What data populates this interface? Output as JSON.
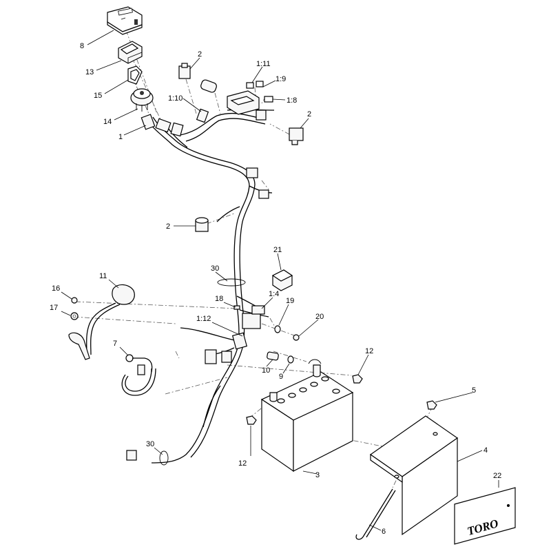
{
  "callouts": [
    {
      "id": "8",
      "label": "8"
    },
    {
      "id": "13",
      "label": "13"
    },
    {
      "id": "15",
      "label": "15"
    },
    {
      "id": "14",
      "label": "14"
    },
    {
      "id": "1",
      "label": "1"
    },
    {
      "id": "2a",
      "label": "2"
    },
    {
      "id": "1-10",
      "label": "1:10"
    },
    {
      "id": "1-11",
      "label": "1:11"
    },
    {
      "id": "1-9",
      "label": "1:9"
    },
    {
      "id": "1-8",
      "label": "1:8"
    },
    {
      "id": "2b",
      "label": "2"
    },
    {
      "id": "2c",
      "label": "2"
    },
    {
      "id": "21",
      "label": "21"
    },
    {
      "id": "30a",
      "label": "30"
    },
    {
      "id": "11",
      "label": "11"
    },
    {
      "id": "16",
      "label": "16"
    },
    {
      "id": "17",
      "label": "17"
    },
    {
      "id": "18",
      "label": "18"
    },
    {
      "id": "1-4",
      "label": "1:4"
    },
    {
      "id": "19",
      "label": "19"
    },
    {
      "id": "1-12",
      "label": "1:12"
    },
    {
      "id": "20",
      "label": "20"
    },
    {
      "id": "7",
      "label": "7"
    },
    {
      "id": "12a",
      "label": "12"
    },
    {
      "id": "10",
      "label": "10"
    },
    {
      "id": "9",
      "label": "9"
    },
    {
      "id": "5",
      "label": "5"
    },
    {
      "id": "12b",
      "label": "12"
    },
    {
      "id": "30b",
      "label": "30"
    },
    {
      "id": "4",
      "label": "4"
    },
    {
      "id": "3",
      "label": "3"
    },
    {
      "id": "22",
      "label": "22"
    },
    {
      "id": "6",
      "label": "6"
    }
  ],
  "decal": {
    "text": "TORO"
  }
}
